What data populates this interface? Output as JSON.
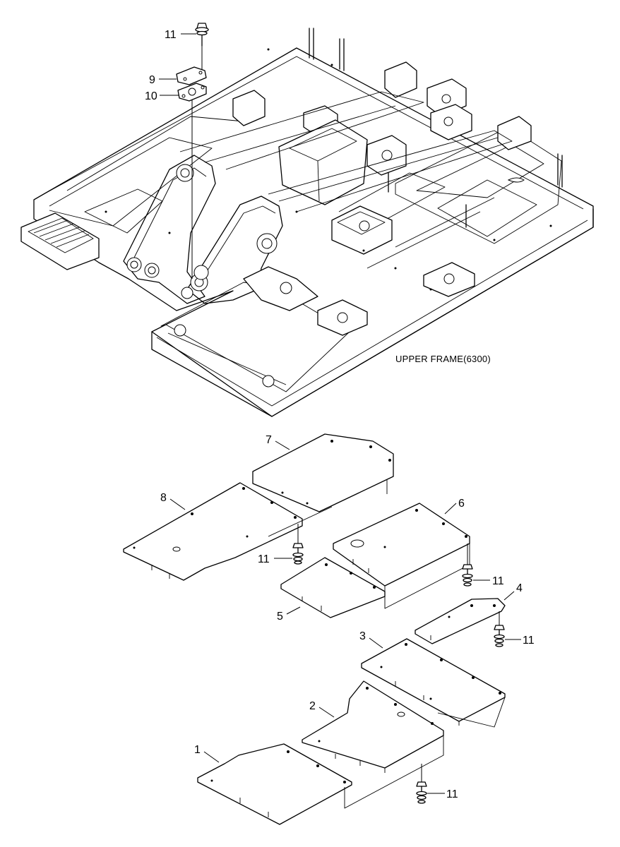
{
  "frame": {
    "title": "UPPER FRAME(6300)"
  },
  "parts": [
    {
      "key": "p1",
      "label": "1"
    },
    {
      "key": "p2",
      "label": "2"
    },
    {
      "key": "p3",
      "label": "3"
    },
    {
      "key": "p4",
      "label": "4"
    },
    {
      "key": "p5",
      "label": "5"
    },
    {
      "key": "p6",
      "label": "6"
    },
    {
      "key": "p7",
      "label": "7"
    },
    {
      "key": "p8",
      "label": "8"
    },
    {
      "key": "p9",
      "label": "9"
    },
    {
      "key": "p10",
      "label": "10"
    },
    {
      "key": "p11a",
      "label": "11"
    },
    {
      "key": "p11b",
      "label": "11"
    },
    {
      "key": "p11c",
      "label": "11"
    },
    {
      "key": "p11d",
      "label": "11"
    },
    {
      "key": "p11e",
      "label": "11"
    }
  ]
}
